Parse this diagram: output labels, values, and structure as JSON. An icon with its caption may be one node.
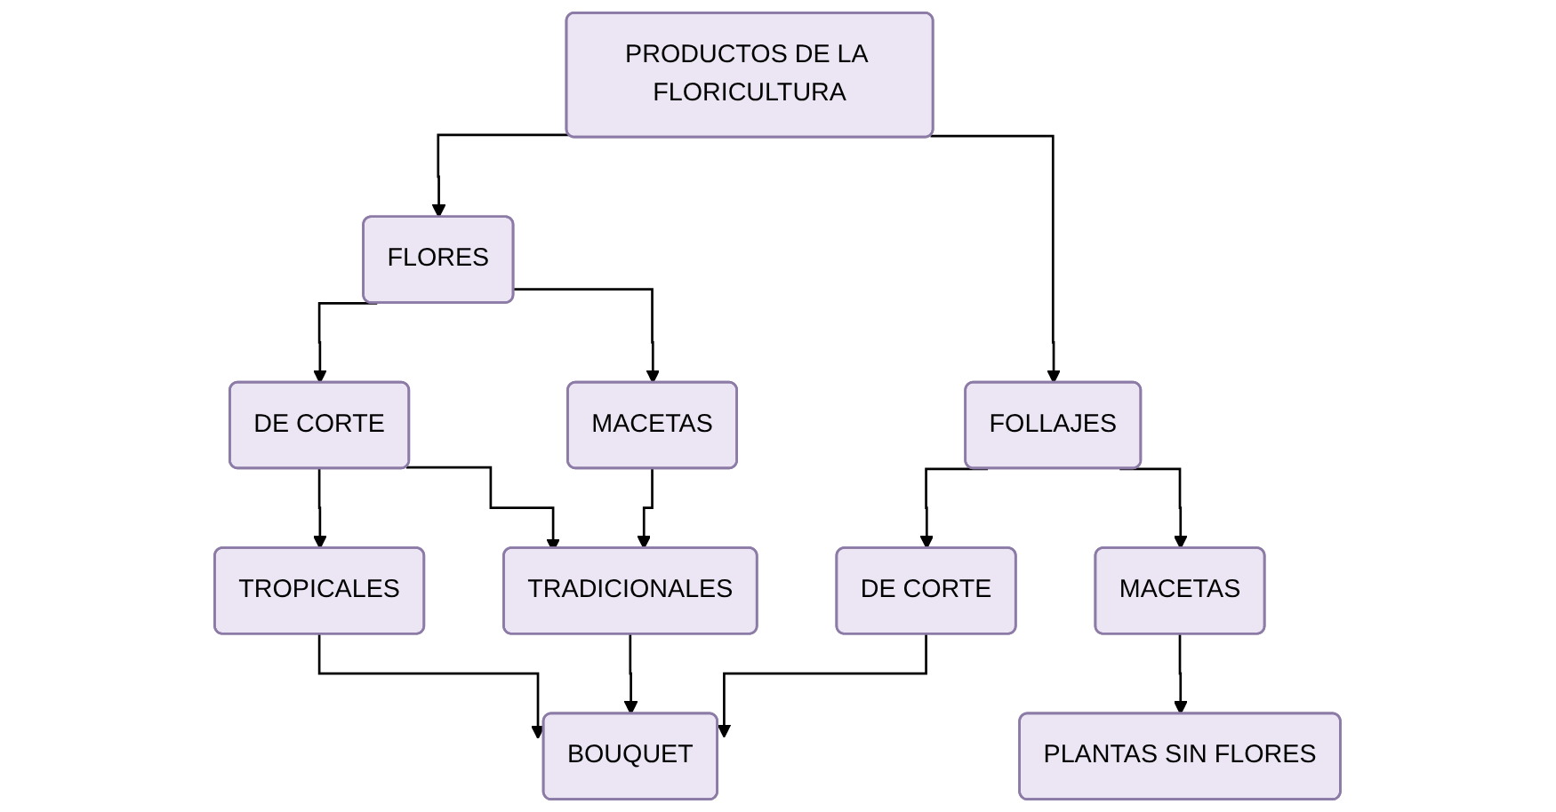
{
  "diagram": {
    "nodes": [
      {
        "text": [
          "PRODUCTOS DE LA FLORICULTURA"
        ]
      },
      {
        "text": [
          "FLORES"
        ]
      },
      {
        "text": [
          "FOLLAJES"
        ]
      },
      {
        "text": [
          "DE CORTE"
        ]
      },
      {
        "text": [
          "MACETAS"
        ]
      },
      {
        "text": [
          "DE CORTE"
        ]
      },
      {
        "text": [
          "MACETAS"
        ]
      },
      {
        "text": [
          "TROPICALES"
        ]
      },
      {
        "text": [
          "TRADICIONALES"
        ]
      },
      {
        "text": [
          "PLANTAS SIN FLORES"
        ]
      },
      {
        "text": [
          "BOUQUET"
        ]
      }
    ],
    "edges": [
      {
        "from": 0,
        "to": 1,
        "arrow": "to"
      },
      {
        "from": 0,
        "to": 2,
        "arrow": "to"
      },
      {
        "from": 1,
        "to": 3,
        "arrow": "to"
      },
      {
        "from": 1,
        "to": 4,
        "arrow": "to"
      },
      {
        "from": 2,
        "to": 5,
        "arrow": "to"
      },
      {
        "from": 2,
        "to": 6,
        "arrow": "to"
      },
      {
        "from": 3,
        "to": 7,
        "arrow": "to"
      },
      {
        "from": 3,
        "to": 8,
        "arrow": "to"
      },
      {
        "from": 4,
        "to": 8,
        "arrow": "to"
      },
      {
        "from": 6,
        "to": 9,
        "arrow": "to"
      },
      {
        "from": 7,
        "to": 10,
        "arrow": "to"
      },
      {
        "from": 8,
        "to": 10,
        "arrow": "to"
      },
      {
        "from": 5,
        "to": 10,
        "arrow": "to"
      }
    ]
  }
}
